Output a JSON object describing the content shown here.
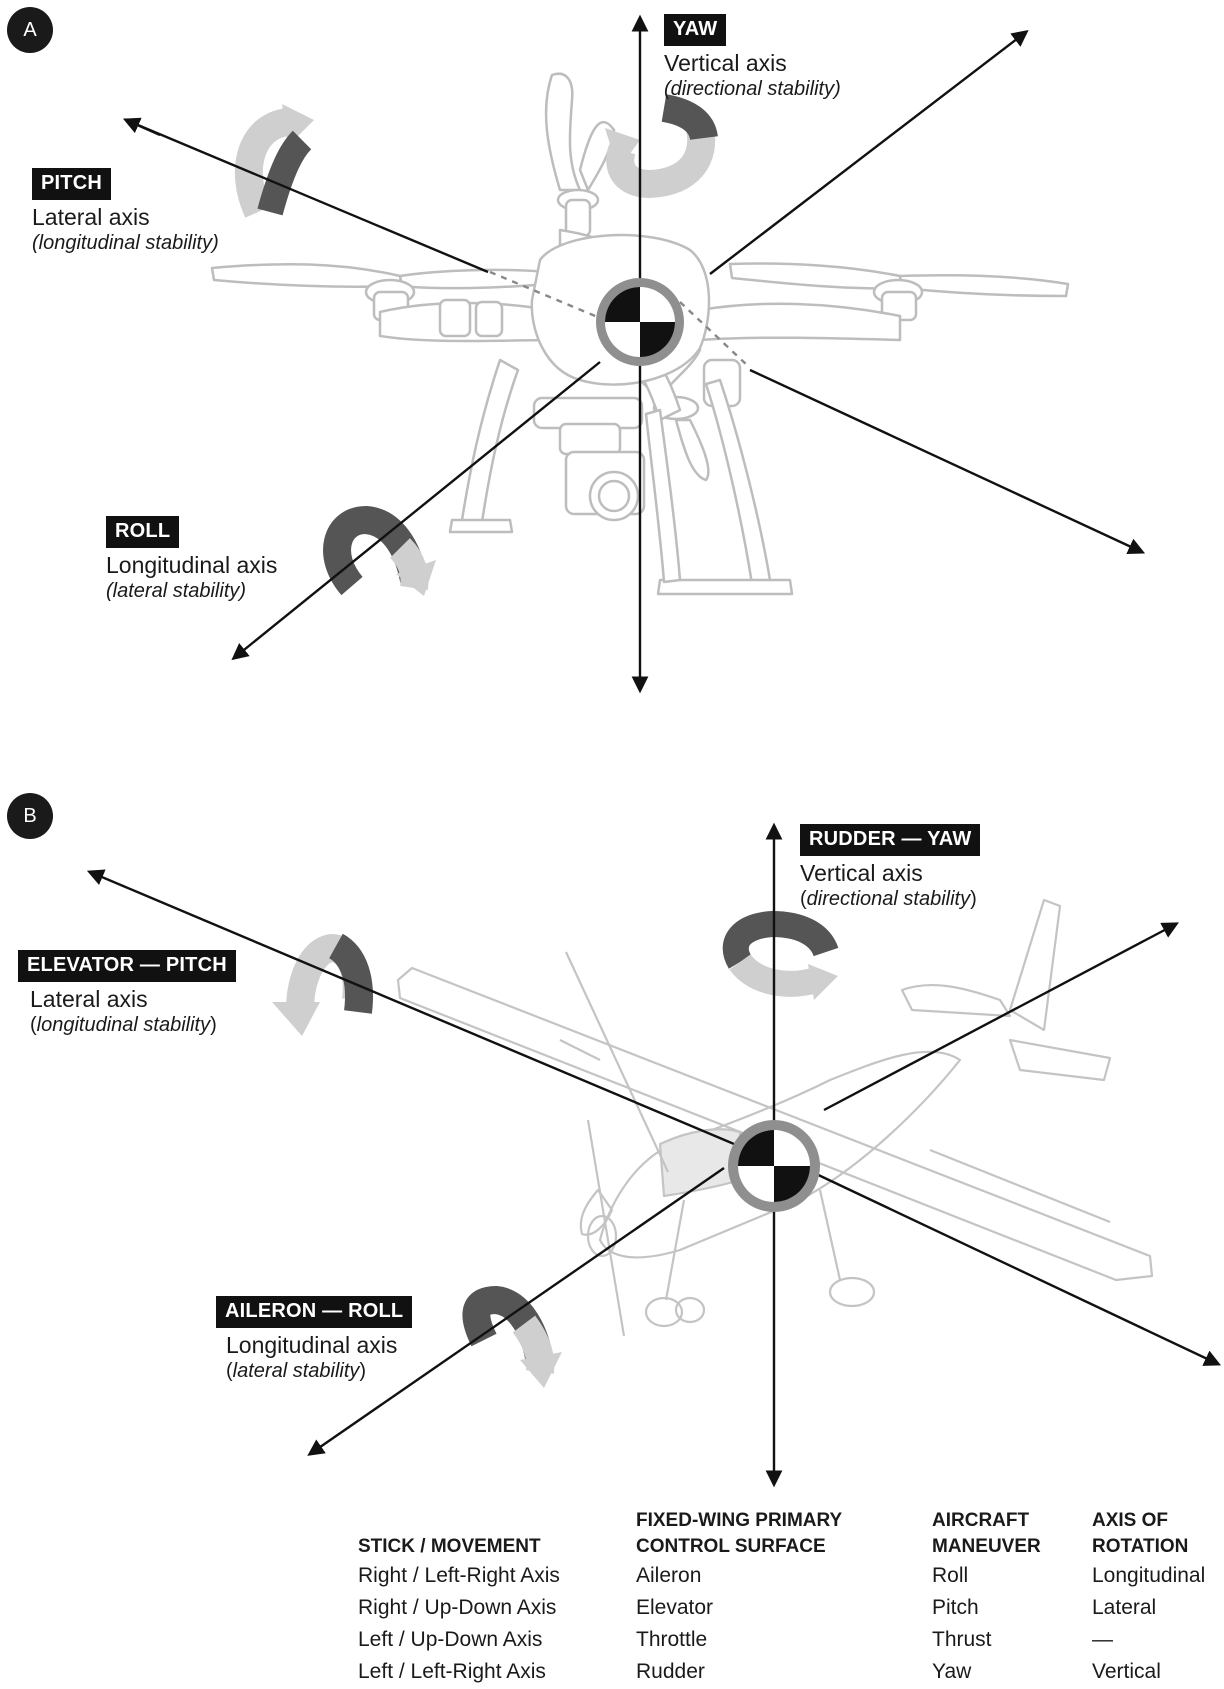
{
  "panels": [
    {
      "badge": "A",
      "labels": {
        "yaw": {
          "tag": "YAW",
          "axis": "Vertical axis",
          "stability": "(directional stability)"
        },
        "pitch": {
          "tag": "PITCH",
          "axis": "Lateral axis",
          "stability": "(longitudinal stability)"
        },
        "roll": {
          "tag": "ROLL",
          "axis": "Longitudinal axis",
          "stability": "(lateral stability)"
        }
      }
    },
    {
      "badge": "B",
      "labels": {
        "yaw": {
          "tag": "RUDDER — YAW",
          "axis": "Vertical axis",
          "stability_open": "(",
          "stability": "directional stability",
          "stability_close": ")"
        },
        "pitch": {
          "tag": "ELEVATOR — PITCH",
          "axis": "Lateral axis",
          "stability_open": "(",
          "stability": "longitudinal stability",
          "stability_close": ")"
        },
        "roll": {
          "tag": "AILERON — ROLL",
          "axis": "Longitudinal axis",
          "stability_open": "(",
          "stability": "lateral stability",
          "stability_close": ")"
        }
      }
    }
  ],
  "table": {
    "headers": [
      [
        "STICK / MOVEMENT"
      ],
      [
        "FIXED-WING PRIMARY",
        "CONTROL SURFACE"
      ],
      [
        "AIRCRAFT",
        "MANEUVER"
      ],
      [
        "AXIS OF",
        "ROTATION"
      ]
    ],
    "rows": [
      [
        "Right / Left-Right Axis",
        "Aileron",
        "Roll",
        "Longitudinal"
      ],
      [
        "Right / Up-Down Axis",
        "Elevator",
        "Pitch",
        "Lateral"
      ],
      [
        "Left / Up-Down Axis",
        "Throttle",
        "Thrust",
        "—"
      ],
      [
        "Left / Left-Right Axis",
        "Rudder",
        "Yaw",
        "Vertical"
      ]
    ]
  },
  "colors": {
    "ink": "#111111",
    "arrow_light": "#cfcfcf",
    "arrow_dark": "#555555",
    "ring": "#8a8a8a",
    "outline": "#c4c4c4"
  }
}
